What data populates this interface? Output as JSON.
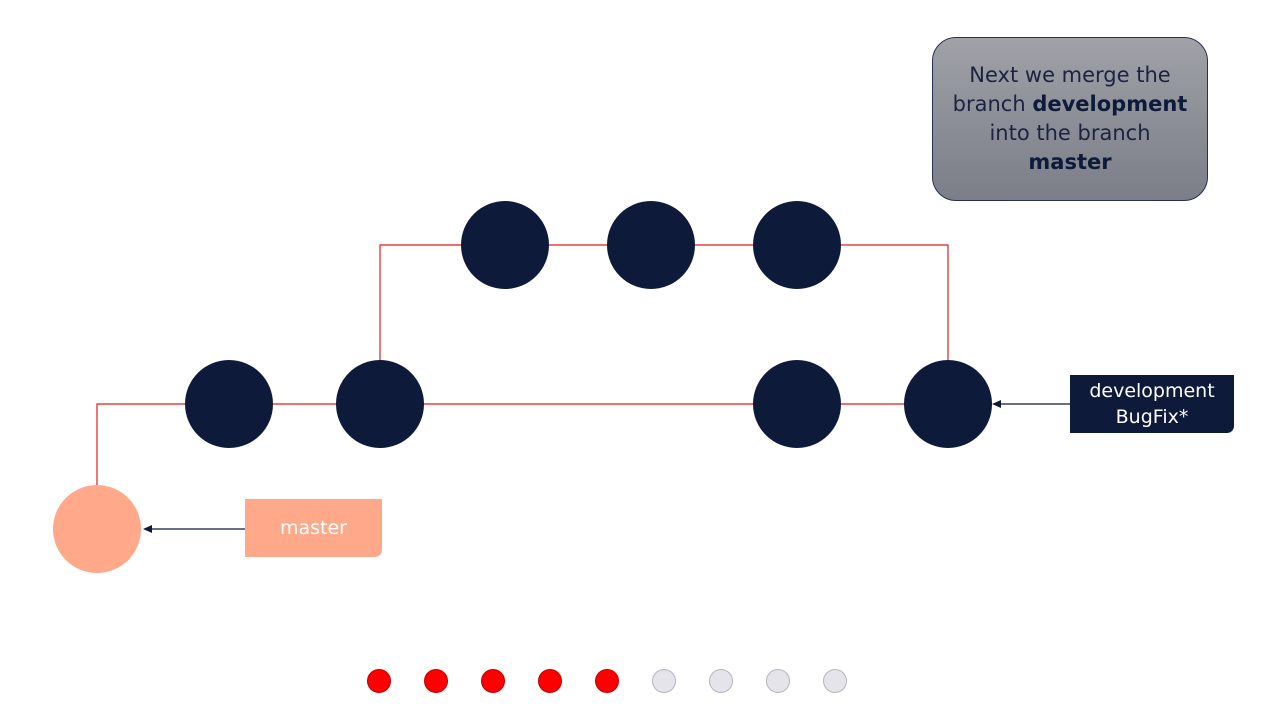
{
  "note": {
    "line1": "Next we merge the",
    "line2_prefix": "branch ",
    "line2_bold": "development",
    "line3": "into the branch",
    "line4_bold": "master"
  },
  "labels": {
    "master": "master",
    "development": "development",
    "bugfix": "BugFix*"
  },
  "colors": {
    "commit": "#0e1a3a",
    "master_head": "#ffa98a",
    "edge": "#e31b1b",
    "progress_done": "#ff0000",
    "progress_todo": "#e4e4ea"
  },
  "progress": {
    "total_steps": 9,
    "completed_steps": 5
  }
}
